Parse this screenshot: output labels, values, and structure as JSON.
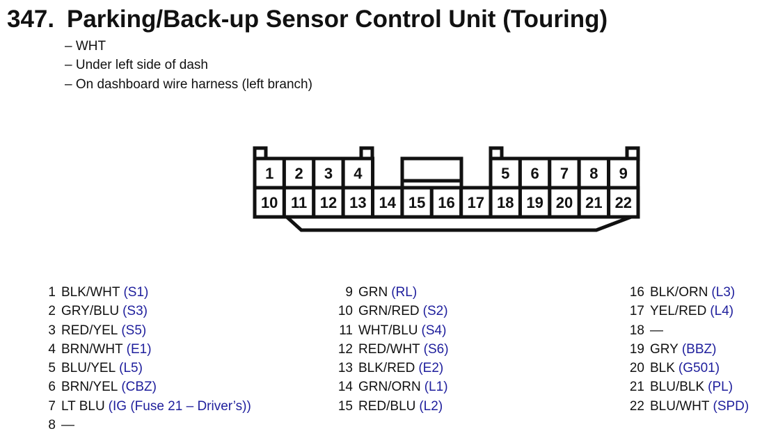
{
  "page": {
    "number": "347.",
    "title": "Parking/Back-up Sensor Control Unit (Touring)",
    "notes": [
      "– WHT",
      "– Under left side of dash",
      "– On dashboard wire harness (left branch)"
    ]
  },
  "colors": {
    "ink": "#111111",
    "code_blue": "#1e1e9c",
    "background": "#ffffff"
  },
  "connector": {
    "top_left_pins": [
      "1",
      "2",
      "3",
      "4"
    ],
    "top_right_pins": [
      "5",
      "6",
      "7",
      "8",
      "9"
    ],
    "bottom_pins": [
      "10",
      "11",
      "12",
      "13",
      "14",
      "15",
      "16",
      "17",
      "18",
      "19",
      "20",
      "21",
      "22"
    ]
  },
  "pinout": {
    "columns": [
      {
        "entries": [
          {
            "pin": "1",
            "wire": "BLK/WHT",
            "code": "(S1)"
          },
          {
            "pin": "2",
            "wire": "GRY/BLU",
            "code": "(S3)"
          },
          {
            "pin": "3",
            "wire": "RED/YEL",
            "code": "(S5)"
          },
          {
            "pin": "4",
            "wire": "BRN/WHT",
            "code": "(E1)"
          },
          {
            "pin": "5",
            "wire": "BLU/YEL",
            "code": "(L5)"
          },
          {
            "pin": "6",
            "wire": "BRN/YEL",
            "code": "(CBZ)"
          },
          {
            "pin": "7",
            "wire": "LT BLU",
            "code": "(IG (Fuse 21 – Driver’s))"
          },
          {
            "pin": "8",
            "wire": "—",
            "code": ""
          }
        ]
      },
      {
        "entries": [
          {
            "pin": "9",
            "wire": "GRN",
            "code": "(RL)"
          },
          {
            "pin": "10",
            "wire": "GRN/RED",
            "code": "(S2)"
          },
          {
            "pin": "11",
            "wire": "WHT/BLU",
            "code": "(S4)"
          },
          {
            "pin": "12",
            "wire": "RED/WHT",
            "code": "(S6)"
          },
          {
            "pin": "13",
            "wire": "BLK/RED",
            "code": "(E2)"
          },
          {
            "pin": "14",
            "wire": "GRN/ORN",
            "code": "(L1)"
          },
          {
            "pin": "15",
            "wire": "RED/BLU",
            "code": "(L2)"
          }
        ]
      },
      {
        "entries": [
          {
            "pin": "16",
            "wire": "BLK/ORN",
            "code": "(L3)"
          },
          {
            "pin": "17",
            "wire": "YEL/RED",
            "code": "(L4)"
          },
          {
            "pin": "18",
            "wire": "—",
            "code": ""
          },
          {
            "pin": "19",
            "wire": "GRY",
            "code": "(BBZ)"
          },
          {
            "pin": "20",
            "wire": "BLK",
            "code": "(G501)"
          },
          {
            "pin": "21",
            "wire": "BLU/BLK",
            "code": "(PL)"
          },
          {
            "pin": "22",
            "wire": "BLU/WHT",
            "code": "(SPD)"
          }
        ]
      }
    ]
  }
}
